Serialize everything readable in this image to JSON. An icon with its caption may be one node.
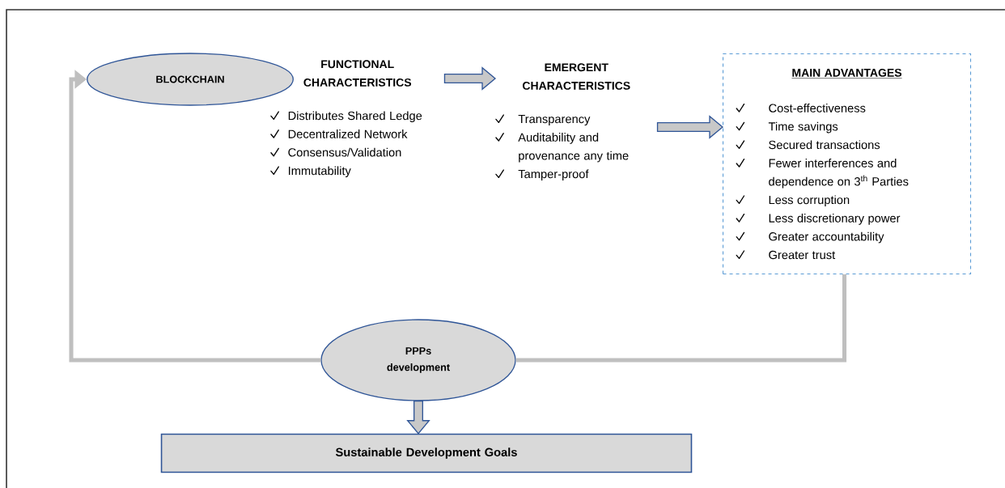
{
  "diagram": {
    "nodes": [
      {
        "text": [
          "BLOCKCHAIN"
        ]
      },
      {
        "text": [
          "FUNCTIONAL CHARACTERISTICS",
          "Distributes Shared Ledge",
          "Decentralized Network",
          "Consensus/Validation",
          "Immutability"
        ]
      },
      {
        "text": [
          "EMERGENT CHARACTERISTICS",
          "Transparency",
          "Auditability and provenance any time",
          "Tamper-proof"
        ]
      },
      {
        "text": [
          "MAIN ADVANTAGES",
          "Cost-effectiveness",
          "Time savings",
          "Secured transactions",
          "Fewer interferences and dependence on 3$^{th}$ Parties",
          "Less corruption",
          "Less discretionary power",
          "Greater accountability",
          "Greater trust"
        ]
      },
      {
        "text": [
          "PPPs development"
        ]
      },
      {
        "text": [
          "Sustainable Development Goals"
        ]
      }
    ],
    "edges": [
      {
        "from": 1,
        "to": 2,
        "arrow": "to"
      },
      {
        "from": 2,
        "to": 3,
        "arrow": "to"
      },
      {
        "from": 3,
        "to": 4,
        "arrow": "none",
        "color": "#bfbfbf"
      },
      {
        "from": 4,
        "to": 0,
        "arrow": "to",
        "color": "#bfbfbf"
      },
      {
        "from": 4,
        "to": 5,
        "arrow": "to"
      }
    ]
  }
}
